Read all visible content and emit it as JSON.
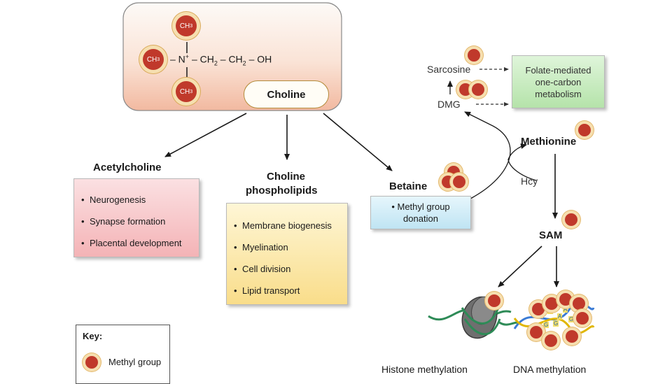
{
  "choline": {
    "label": "Choline",
    "methyl_label": "CH",
    "methyl_sub": "3",
    "formula": {
      "n_plus": "– N",
      "plus": "+",
      "rest_1": " – CH",
      "sub_1": "2",
      "rest_2": " – CH",
      "sub_2": "2",
      "rest_3": " – OH"
    }
  },
  "acetylcholine": {
    "title": "Acetylcholine",
    "items": [
      "Neurogenesis",
      "Synapse formation",
      "Placental development"
    ]
  },
  "phospholipids": {
    "title_line1": "Choline",
    "title_line2": "phospholipids",
    "items": [
      "Membrane biogenesis",
      "Myelination",
      "Cell division",
      "Lipid transport"
    ]
  },
  "betaine": {
    "title": "Betaine",
    "items": [
      "Methyl group donation"
    ],
    "item_line1": "Methyl group",
    "item_line2": "donation"
  },
  "one_carbon": {
    "sarcosine": "Sarcosine",
    "dmg": "DMG",
    "folate_line1": "Folate-mediated",
    "folate_line2": "one-carbon",
    "folate_line3": "metabolism",
    "methionine": "Methionine",
    "hcy": "Hcy",
    "sam": "SAM"
  },
  "outputs": {
    "histone": "Histone methylation",
    "dna": "DNA methylation",
    "dna_bases": [
      "G",
      "G",
      "A",
      "A",
      "G",
      "G",
      "G"
    ]
  },
  "key": {
    "title": "Key:",
    "label": "Methyl group"
  },
  "colors": {
    "methyl_fill": "#c0392b",
    "methyl_halo": "#f6dfb0",
    "choline_box_top": "#fdfaf7",
    "choline_box_bottom": "#f4c3ad",
    "acetylcholine_box": "#f6c1c4",
    "phospholipid_box": "#fbe7a5",
    "betaine_box": "#cdeaf6",
    "folate_box": "#c7edc0"
  }
}
